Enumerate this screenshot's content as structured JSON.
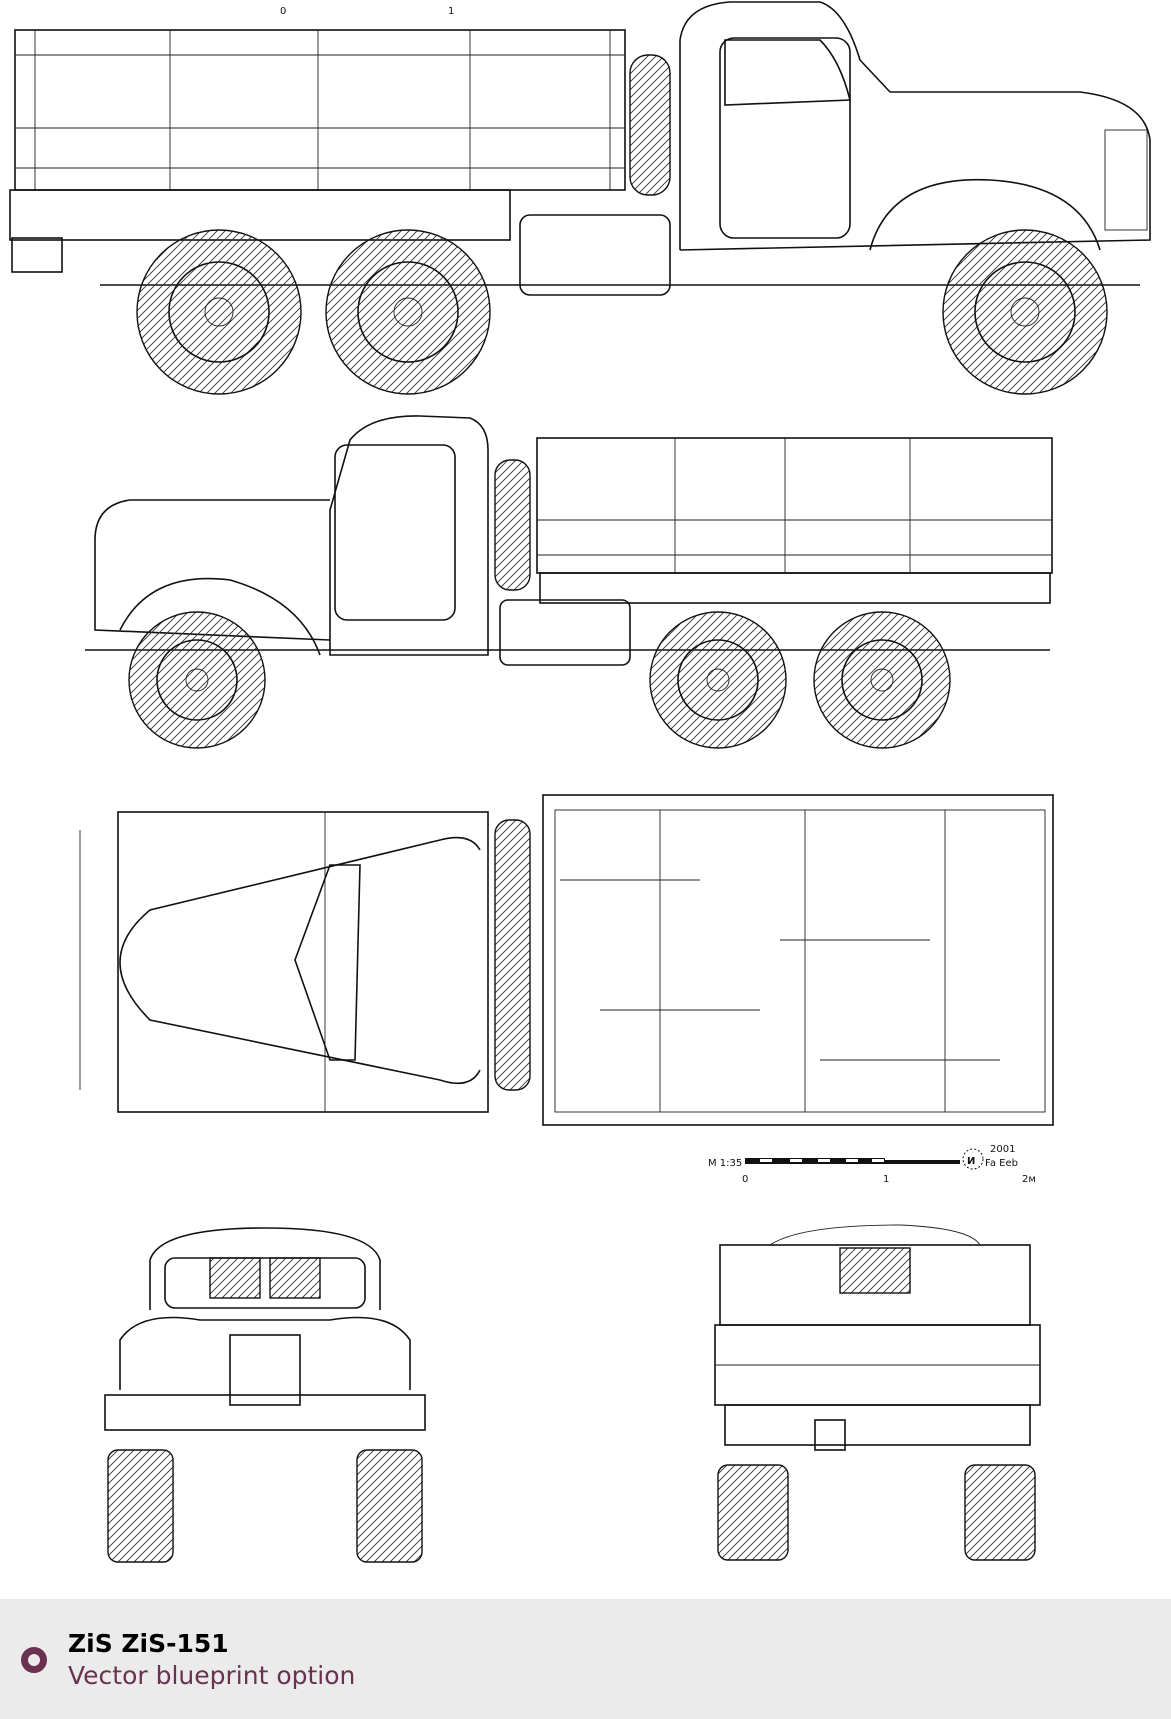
{
  "footer": {
    "title": "ZiS ZiS-151",
    "subtitle": "Vector blueprint option",
    "accent_color": "#6b3150"
  },
  "scale_top": {
    "tick_0": "0",
    "tick_1": "1"
  },
  "scale_bar": {
    "label": "M 1:35",
    "tick_0": "0",
    "tick_1": "1",
    "tick_2": "2м",
    "year": "2001",
    "signature": "Fa Eeb"
  }
}
